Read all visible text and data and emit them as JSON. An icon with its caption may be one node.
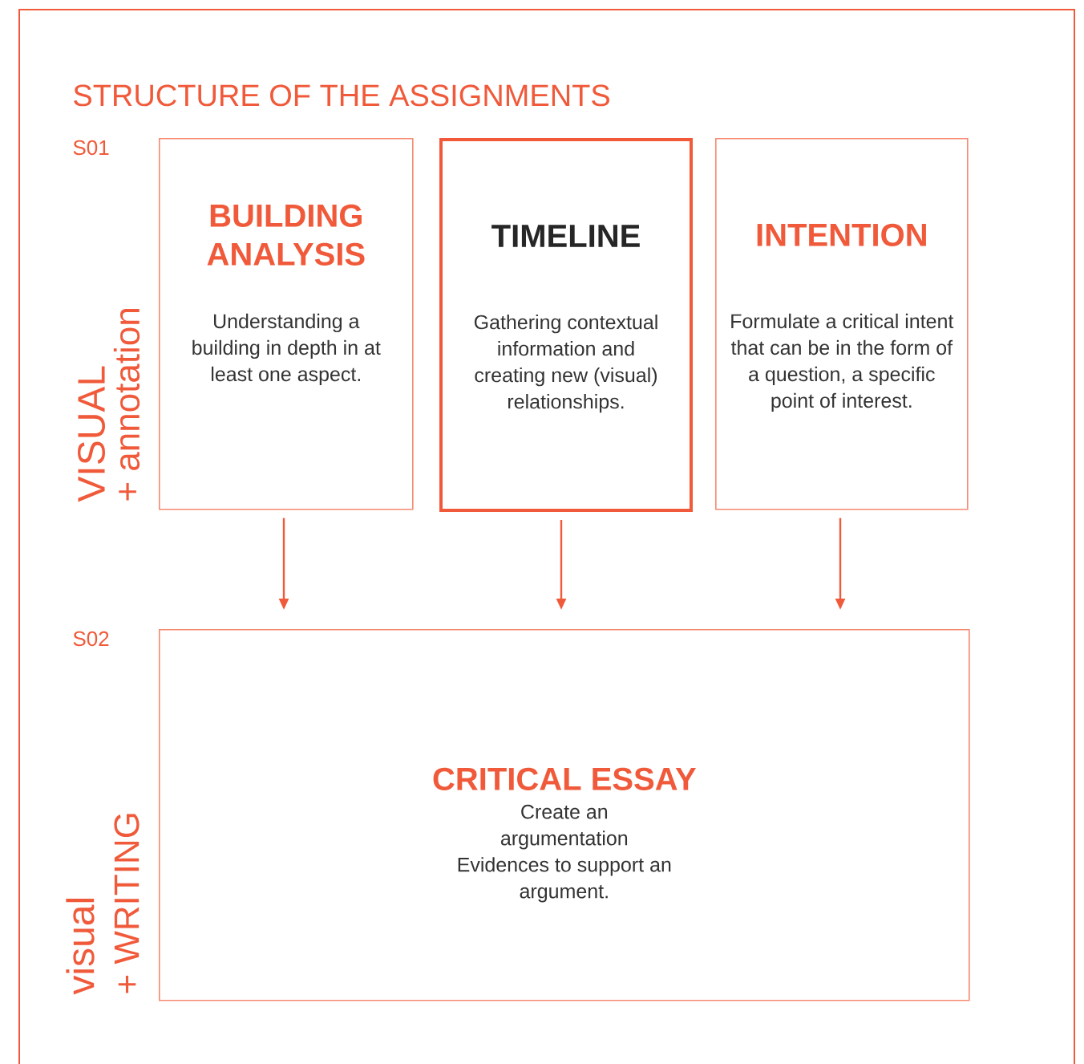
{
  "diagram": {
    "title": "STRUCTURE OF THE ASSIGNMENTS",
    "nodes": [
      {
        "text": [
          "BUILDING ANALYSIS",
          "Understanding a building in depth in at least one aspect."
        ]
      },
      {
        "text": [
          "TIMELINE",
          "Gathering contextual information and creating new (visual) relationships."
        ]
      },
      {
        "text": [
          "INTENTION",
          "Formulate a critical intent that can be in the form of a question, a specific point of interest."
        ]
      },
      {
        "text": [
          "CRITICAL ESSAY",
          "Create an argumentation Evidences to support an argument."
        ]
      }
    ],
    "edges": [
      {
        "from": 0,
        "to": 3,
        "arrow": "to"
      },
      {
        "from": 1,
        "to": 3,
        "arrow": "to"
      },
      {
        "from": 2,
        "to": 3,
        "arrow": "to"
      }
    ],
    "labels": [
      "S01",
      "VISUAL",
      "+ annotation",
      "S02",
      "visual",
      "+ WRITING"
    ]
  }
}
